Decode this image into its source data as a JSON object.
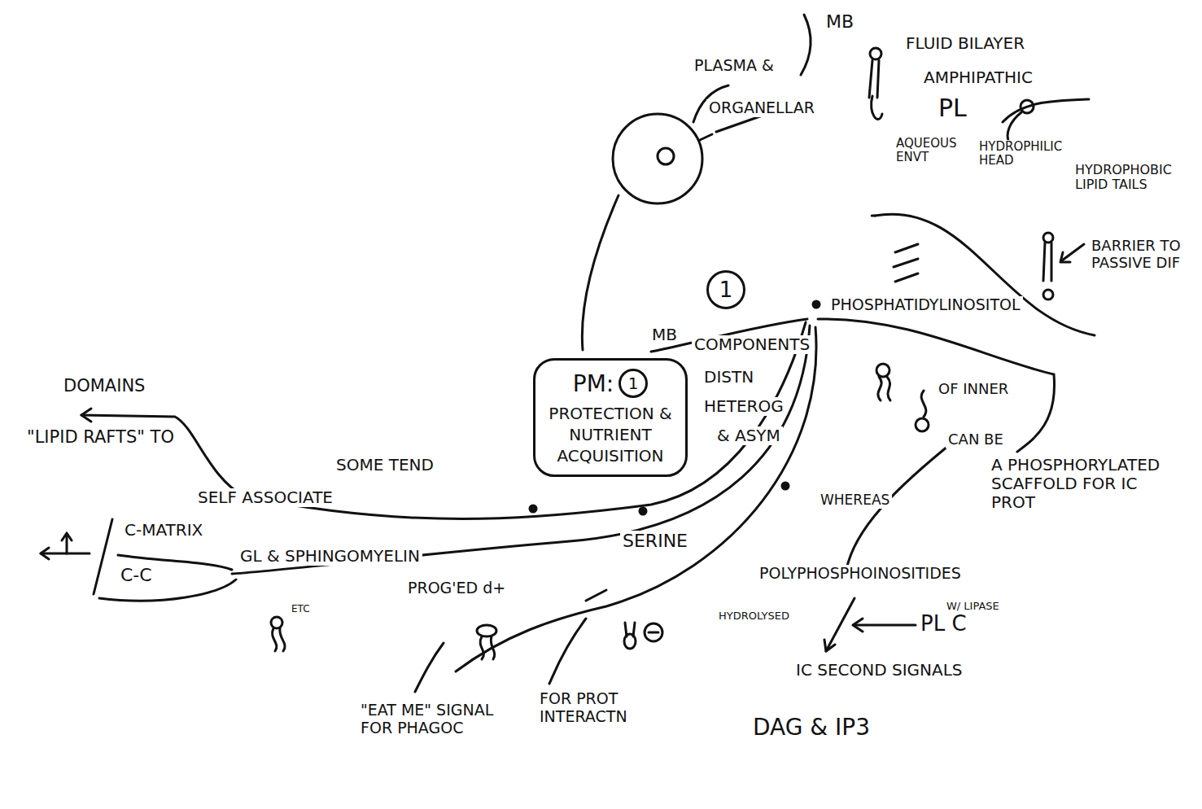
{
  "diagram": {
    "nodes": [
      {
        "text": [
          "PM:",
          "1",
          "PROTECTION & NUTRIENT ACQUISITION"
        ]
      },
      {
        "text": [
          "1"
        ]
      }
    ],
    "labels": [
      "PLASMA &",
      "ORGANELLAR",
      "MB",
      "FLUID BILAYER",
      "AMPHIPATHIC",
      "PL",
      "AQUEOUS ENVT",
      "HYDROPHILIC HEAD",
      "HYDROPHOBIC LIPID TAILS",
      "BARRIER TO PASSIVE DIF",
      "MB",
      "COMPONENTS",
      "DISTN",
      "HETEROG",
      "& ASYM",
      "PHOSPHATIDYLINOSITOL",
      "OF INNER",
      "CAN BE",
      "A PHOSPHORYLATED SCAFFOLD FOR IC PROT",
      "WHEREAS",
      "POLYPHOSPHOINOSITIDES",
      "HYDROLYSED",
      "W/ LIPASE",
      "PL C",
      "IC SECOND SIGNALS",
      "DAG & IP3",
      "SERINE",
      "PROG'ED d+",
      "\"EAT ME\" SIGNAL FOR PHAGOC",
      "FOR PROT INTERACTN",
      "GL & SPHINGOMYELIN",
      "ETC",
      "C-MATRIX",
      "C-C",
      "SOME TEND",
      "SELF ASSOCIATE",
      "\"LIPID RAFTS\" TO",
      "DOMAINS"
    ]
  }
}
